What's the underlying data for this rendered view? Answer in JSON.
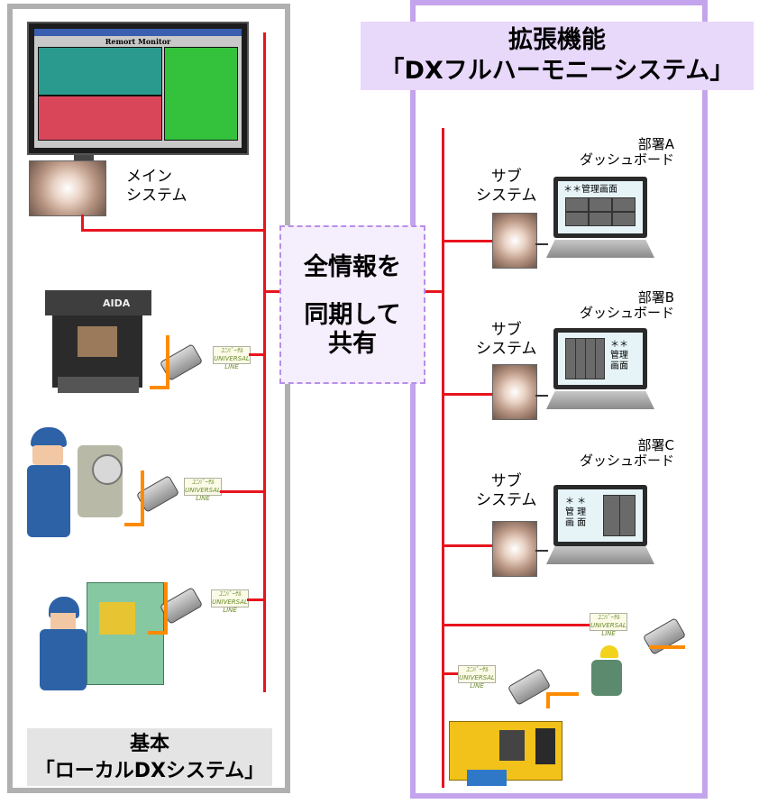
{
  "titles": {
    "right_line1": "拡張機能",
    "right_line2": "「DXフルハーモニーシステム」",
    "left_line1": "基本",
    "left_line2": "「ローカルDXシステム」"
  },
  "center": {
    "line1": "全情報を",
    "line2": "同期して",
    "line3": "共有"
  },
  "main_system": {
    "label_line1": "メイン",
    "label_line2": "システム",
    "monitor_title": "Remort Monitor"
  },
  "press_machine": {
    "brand": "AIDA"
  },
  "sub_systems": [
    {
      "label_line1": "サブ",
      "label_line2": "システム",
      "dept": "部署A",
      "dashboard": "ダッシュボード",
      "screen_text": "＊＊管理画面"
    },
    {
      "label_line1": "サブ",
      "label_line2": "システム",
      "dept": "部署B",
      "dashboard": "ダッシュボード",
      "screen_text_1": "＊＊",
      "screen_text_2": "管理",
      "screen_text_3": "画面"
    },
    {
      "label_line1": "サブ",
      "label_line2": "システム",
      "dept": "部署C",
      "dashboard": "ダッシュボード",
      "screen_text_1": "＊ ＊",
      "screen_text_2": "管 理",
      "screen_text_3": "画 面"
    }
  ],
  "tags": {
    "line1": "ﾕﾆﾊﾞｰｻﾙ",
    "line2": "UNIVERSAL LINE"
  },
  "colors": {
    "wire": "#e8141e",
    "accent_orange": "#ff8a00",
    "left_frame": "#b0b0b0",
    "right_frame": "#c4a4ec"
  }
}
